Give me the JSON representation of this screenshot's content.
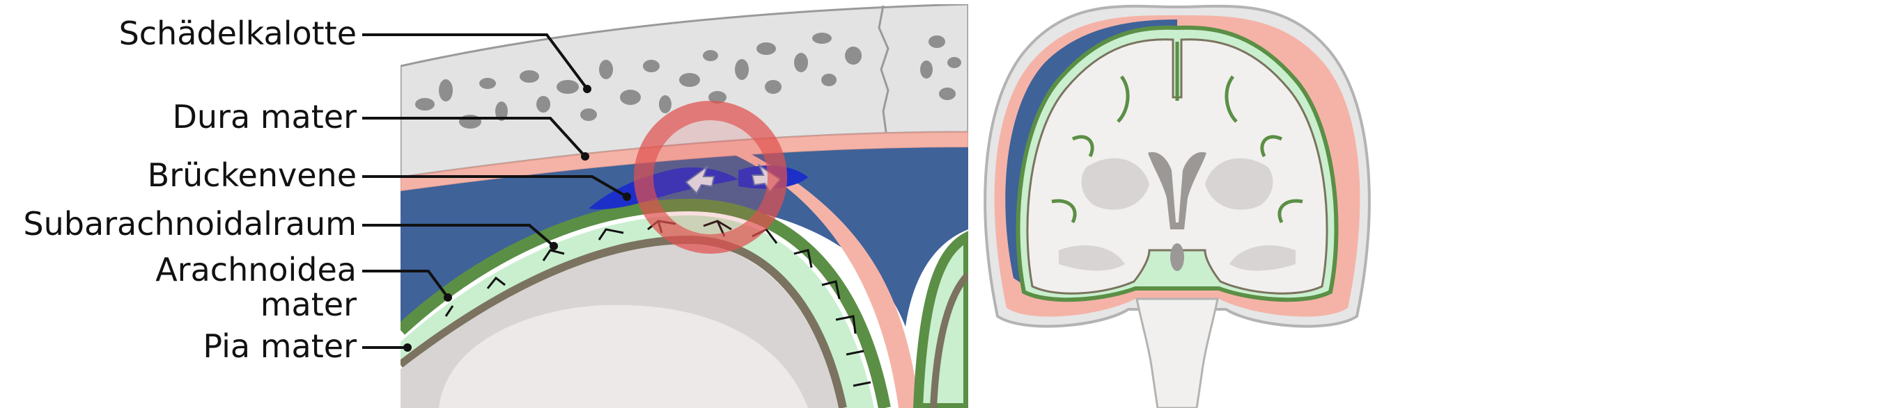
{
  "labels": {
    "skull_cap": "Schädelkalotte",
    "dura": "Dura mater",
    "bridging_vein": "Brückenvene",
    "subarachnoid": "Subarachnoidalraum",
    "arachnoid_line1": "Arachnoidea",
    "arachnoid_line2": "mater",
    "pia": "Pia mater"
  },
  "colors": {
    "bone": "#e3e3e3",
    "bone_pores": "#8e8e8e",
    "dura": "#f5b3a8",
    "subdural_hematoma": "#3f6299",
    "arachnoid": "#5b8f45",
    "subarachnoid_space": "#c9efcf",
    "pia": "#7b735f",
    "brain": "#d7d4d3",
    "brain_inner": "#ece9e8",
    "vein": "#1d2fc9",
    "highlight_ring": "#e0504f"
  },
  "icons": {
    "flow_arrows": "arrow-icon",
    "highlight": "ring-marker-icon"
  }
}
